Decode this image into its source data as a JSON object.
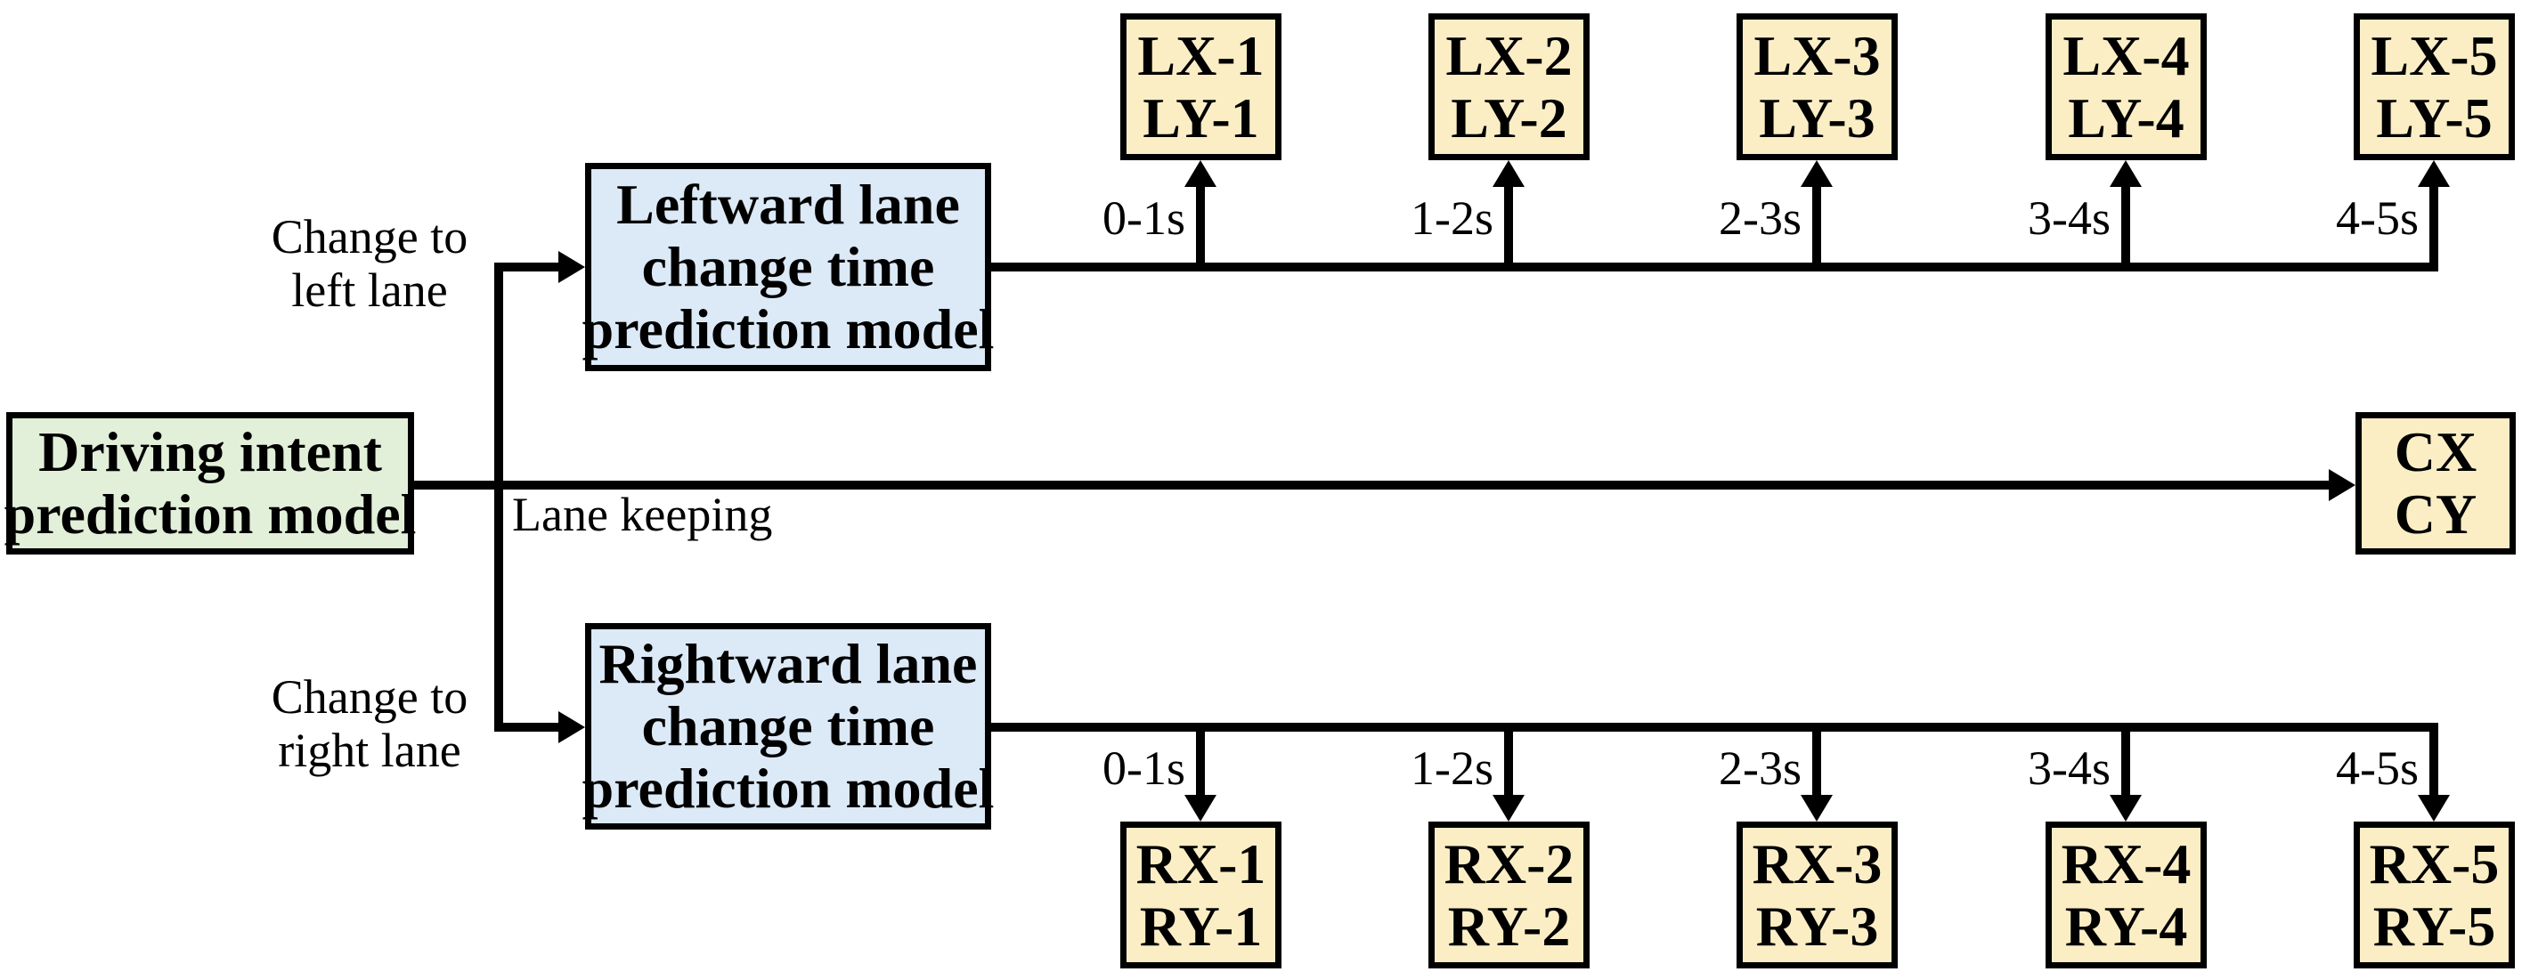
{
  "colors": {
    "bg": "#ffffff",
    "line": "#000000",
    "green-fill": "#e2efd9",
    "blue-fill": "#dce9f6",
    "yellow-fill": "#fbeec5"
  },
  "root_box": {
    "line1": "Driving intent",
    "line2": "prediction model"
  },
  "left_branch": {
    "label_line1": "Change to",
    "label_line2": "left lane",
    "model_box": {
      "line1": "Leftward lane",
      "line2": "change time",
      "line3": "prediction model"
    },
    "time_labels": [
      "0-1s",
      "1-2s",
      "2-3s",
      "3-4s",
      "4-5s"
    ],
    "outputs": [
      [
        "LX-1",
        "LY-1"
      ],
      [
        "LX-2",
        "LY-2"
      ],
      [
        "LX-3",
        "LY-3"
      ],
      [
        "LX-4",
        "LY-4"
      ],
      [
        "LX-5",
        "LY-5"
      ]
    ]
  },
  "keep_branch": {
    "label": "Lane keeping",
    "output_box": [
      "CX",
      "CY"
    ]
  },
  "right_branch": {
    "label_line1": "Change to",
    "label_line2": "right lane",
    "model_box": {
      "line1": "Rightward lane",
      "line2": "change time",
      "line3": "prediction model"
    },
    "time_labels": [
      "0-1s",
      "1-2s",
      "2-3s",
      "3-4s",
      "4-5s"
    ],
    "outputs": [
      [
        "RX-1",
        "RY-1"
      ],
      [
        "RX-2",
        "RY-2"
      ],
      [
        "RX-3",
        "RY-3"
      ],
      [
        "RX-4",
        "RY-4"
      ],
      [
        "RX-5",
        "RY-5"
      ]
    ]
  }
}
